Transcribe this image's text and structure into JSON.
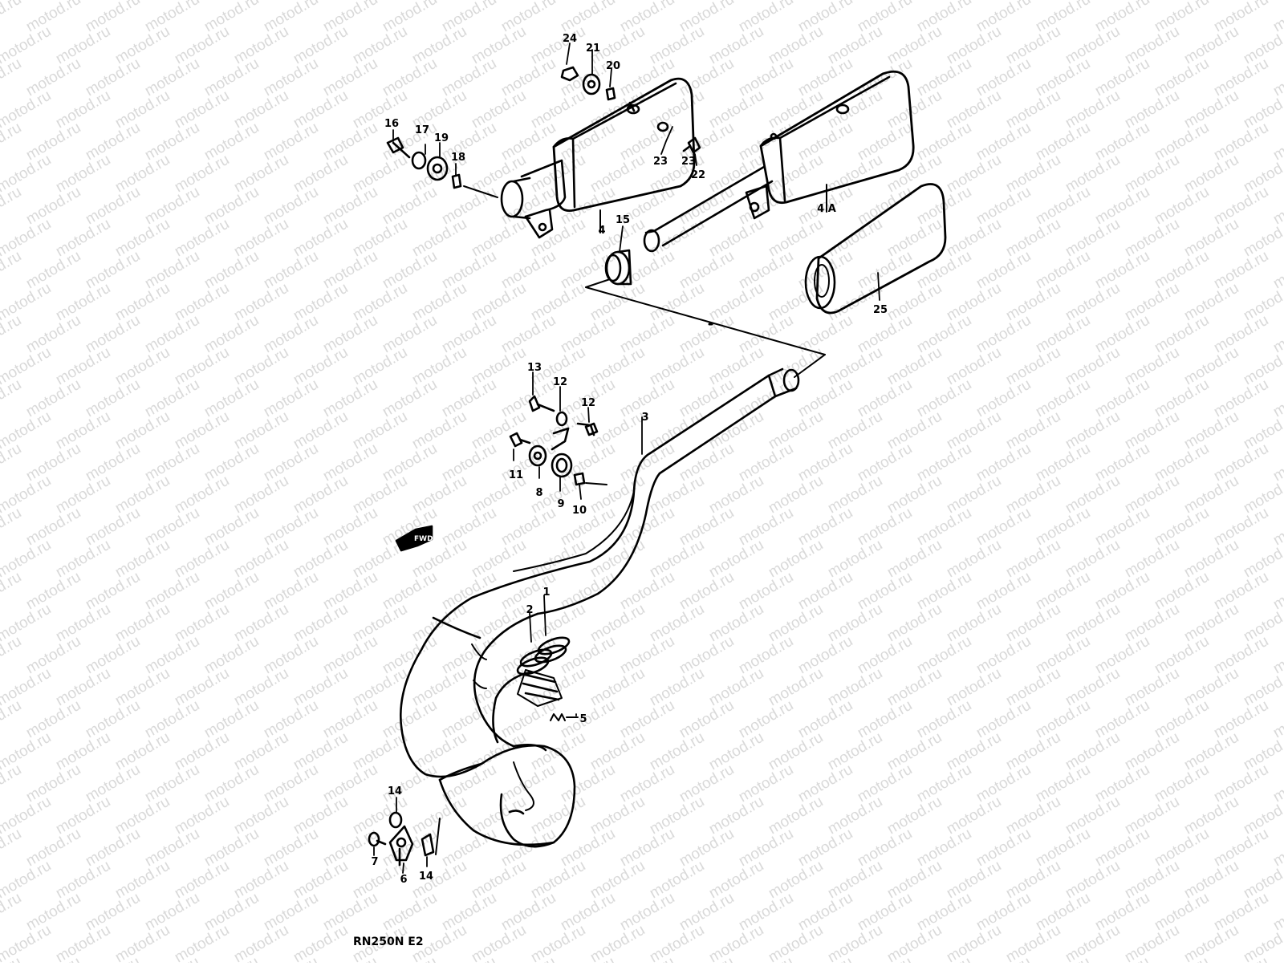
{
  "diagram": {
    "model_code": "RN250N  E2",
    "watermark_text": "motod.ru",
    "front_arrow_label": "FWD",
    "colors": {
      "ink": "#000000",
      "watermark": "#dcdcdc",
      "background": "#ffffff"
    }
  },
  "callouts": [
    {
      "id": "c1",
      "label": "1"
    },
    {
      "id": "c2",
      "label": "2"
    },
    {
      "id": "c3",
      "label": "3"
    },
    {
      "id": "c4a",
      "label": "4"
    },
    {
      "id": "c4b",
      "label": "4 A"
    },
    {
      "id": "c5",
      "label": "5"
    },
    {
      "id": "c6",
      "label": "6"
    },
    {
      "id": "c7",
      "label": "7"
    },
    {
      "id": "c8",
      "label": "8"
    },
    {
      "id": "c9",
      "label": "9"
    },
    {
      "id": "c10",
      "label": "10"
    },
    {
      "id": "c11",
      "label": "11"
    },
    {
      "id": "c12a",
      "label": "12"
    },
    {
      "id": "c12b",
      "label": "12"
    },
    {
      "id": "c13",
      "label": "13"
    },
    {
      "id": "c14a",
      "label": "14"
    },
    {
      "id": "c14b",
      "label": "14"
    },
    {
      "id": "c15",
      "label": "15"
    },
    {
      "id": "c16",
      "label": "16"
    },
    {
      "id": "c17",
      "label": "17"
    },
    {
      "id": "c18",
      "label": "18"
    },
    {
      "id": "c19",
      "label": "19"
    },
    {
      "id": "c20",
      "label": "20"
    },
    {
      "id": "c21",
      "label": "21"
    },
    {
      "id": "c22",
      "label": "22"
    },
    {
      "id": "c23a",
      "label": "23"
    },
    {
      "id": "c23b",
      "label": "23"
    },
    {
      "id": "c24",
      "label": "24"
    },
    {
      "id": "c25",
      "label": "25"
    }
  ]
}
